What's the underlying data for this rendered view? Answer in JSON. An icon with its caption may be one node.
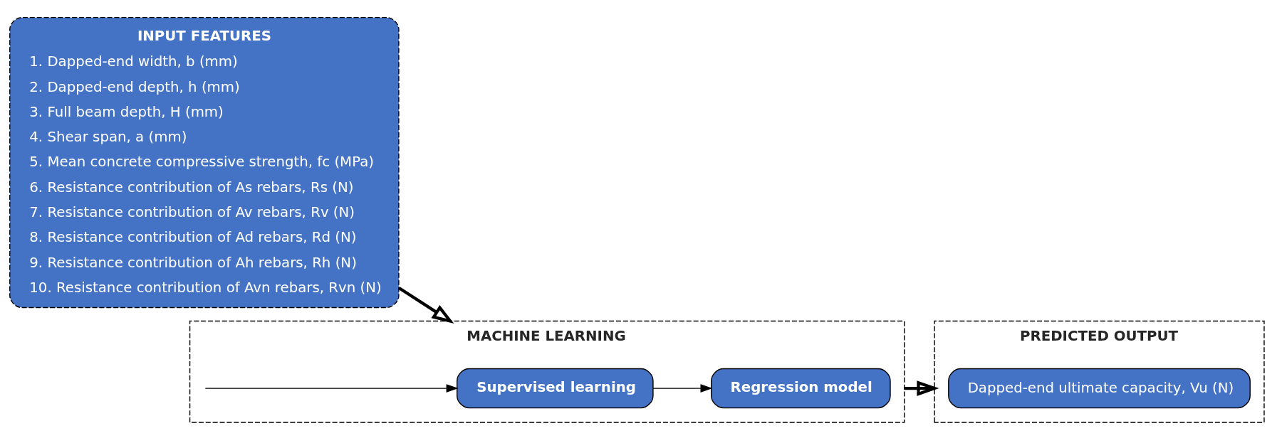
{
  "diagram": {
    "nodes": [
      {
        "text": [
          "INPUT FEATURES",
          "1. Dapped-end width, b (mm)",
          "2. Dapped-end depth, h (mm)",
          "3. Full beam depth, H (mm)",
          "4. Shear span, a (mm)",
          "5. Mean concrete compressive strength, fc (MPa)",
          "6. Resistance contribution of As rebars, Rs (N)",
          "7. Resistance contribution of Av rebars, Rv (N)",
          "8. Resistance contribution of Ad rebars, Rd (N)",
          "9. Resistance contribution of Ah rebars, Rh (N)",
          "10. Resistance contribution of Avn rebars, Rvn (N)"
        ]
      },
      {
        "text": [
          "MACHINE LEARNING"
        ]
      },
      {
        "text": [
          "Supervised learning"
        ],
        "in": 1
      },
      {
        "text": [
          "Regression model"
        ],
        "in": 1
      },
      {
        "text": [
          "PREDICTED OUTPUT"
        ]
      },
      {
        "text": [
          "Dapped-end ultimate capacity, Vu (N)"
        ],
        "in": 4
      }
    ],
    "edges": [
      {
        "from": 0,
        "to": 1,
        "arrow": "to",
        "style": "thick"
      },
      {
        "from": null,
        "to": 2,
        "arrow": "to"
      },
      {
        "from": 2,
        "to": 3,
        "arrow": "to"
      },
      {
        "from": 1,
        "to": 4,
        "arrow": "to",
        "style": "thick"
      }
    ]
  }
}
